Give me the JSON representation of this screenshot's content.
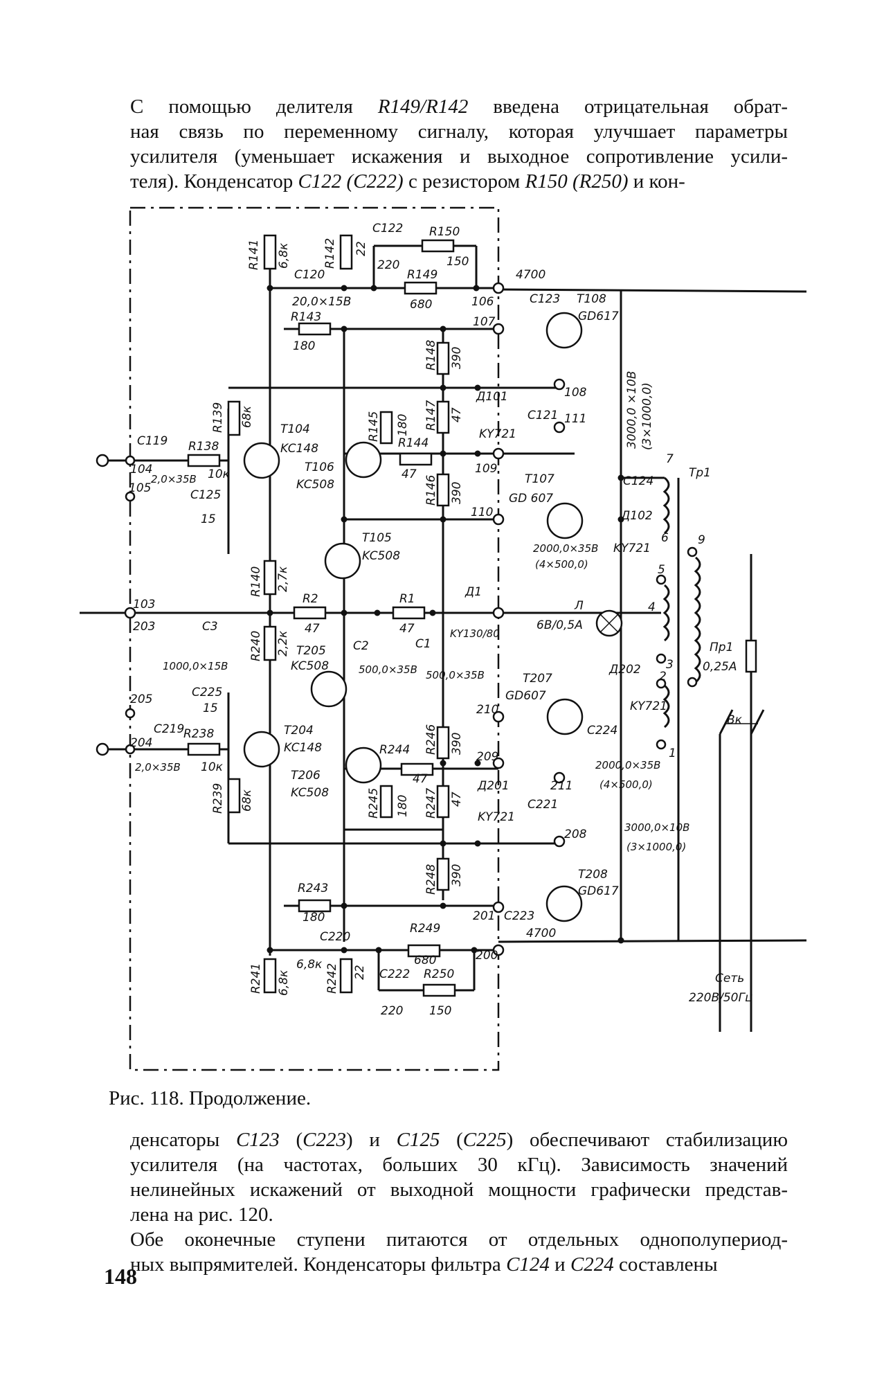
{
  "top_paragraph": {
    "lines": [
      [
        "С помощью делителя ",
        {
          "i": "R149/R142"
        },
        " введена отрицательная обрат-"
      ],
      [
        "ная связь по переменному сигналу, которая  улучшает параметры"
      ],
      [
        "усилителя (уменьшает искажения и выходное сопротивление усили-"
      ],
      [
        "теля). Конденсатор ",
        {
          "i": "C122 (C222)"
        },
        " с резистором ",
        {
          "i": "R150 (R250)"
        },
        " и кон-"
      ]
    ]
  },
  "figure": {
    "caption": "Рис. 118. Продолжение.",
    "labels": {
      "R141": "R141",
      "R141_val": "6,8к",
      "R142": "R142",
      "R142_val": "22",
      "C122": "C122",
      "C122_val": "220",
      "R150": "R150",
      "R150_val": "150",
      "C120": "C120",
      "C120_val": "20,0×15В",
      "R149": "R149",
      "R149_val": "680",
      "R143": "R143",
      "R143_val": "180",
      "n106": "106",
      "n107": "107",
      "n108": "108",
      "n109": "109",
      "n110": "110",
      "n111": "111",
      "C123": "C123",
      "C123_val": "4700",
      "T108": "T108",
      "T108_type": "GD617",
      "R148": "R148",
      "R148_val": "390",
      "D101": "Д101",
      "D101_type": "KY721",
      "C121": "C121",
      "C121_val": "3000,0 ×10В",
      "C121_val2": "(3×1000,0)",
      "R139": "R139",
      "R139_val": "68к",
      "C119": "C119",
      "C119_val": "2,0×35В",
      "R138": "R138",
      "R138_val": "10к",
      "n104": "104",
      "n105": "105",
      "C125": "C125",
      "C125_val": "15",
      "T104": "T104",
      "T104_type": "KC148",
      "T106": "T106",
      "T106_type": "KC508",
      "R145": "R145",
      "R145_val": "180",
      "R144": "R144",
      "R144_val": "47",
      "R147": "R147",
      "R147_val": "47",
      "R146": "R146",
      "R146_val": "390",
      "T107": "T107",
      "T107_type": "GD 607",
      "C124": "C124",
      "C124_val": "2000,0×35В",
      "C124_val2": "(4×500,0)",
      "D102": "Д102",
      "D102_type": "KY721",
      "Tr1": "Тр1",
      "T105": "T105",
      "T105_type": "KC508",
      "R140": "R140",
      "R140_val": "2,7к",
      "n103": "103",
      "n203": "203",
      "C3": "C3",
      "C3_val": "1000,0×15В",
      "R2": "R2",
      "R2_val": "47",
      "R1": "R1",
      "R1_val": "47",
      "D1": "Д1",
      "D1_type": "KY130/80",
      "C2": "C2",
      "C2_val": "500,0×35В",
      "C1": "C1",
      "C1_val": "500,0×35В",
      "lamp": "Л",
      "lamp_val": "6В/0,5А",
      "R240": "R240",
      "R240_val": "2,2к",
      "T205": "T205",
      "T205_type": "KC508",
      "D202": "Д202",
      "D202_type": "KY721",
      "Pr1": "Пр1",
      "Pr1_val": "0,25А",
      "C225": "C225",
      "C225_val": "15",
      "n205": "205",
      "n204": "204",
      "T207": "T207",
      "T207_type": "GD607",
      "n210": "210",
      "n209": "209",
      "n211": "211",
      "n208": "208",
      "n201": "201",
      "n200": "200",
      "C224": "C224",
      "C224_val": "2000,0×35В",
      "C224_val2": "(4×500,0)",
      "Vk": "Вк",
      "C219": "C219",
      "C219_val": "2,0×35В",
      "R238": "R238",
      "R238_val": "10к",
      "T204": "T204",
      "T204_type": "KC148",
      "R244": "R244",
      "R244_val": "47",
      "R246": "R246",
      "R246_val": "390",
      "T206": "T206",
      "T206_type": "KC508",
      "R239": "R239",
      "R239_val": "68к",
      "R245": "R245",
      "R245_val": "180",
      "R247": "R247",
      "R247_val": "47",
      "D201": "Д201",
      "D201_type": "KY721",
      "C221": "C221",
      "C221_val": "3000,0×10В",
      "C221_val2": "(3×1000,0)",
      "R248": "R248",
      "R248_val": "390",
      "T208": "T208",
      "T208_type": "GD617",
      "R243": "R243",
      "R243_val": "180",
      "C223": "C223",
      "C223_val": "4700",
      "C220": "C220",
      "C220_val": "6,8к",
      "R249": "R249",
      "R249_val": "680",
      "R241": "R241",
      "R241_val": "6,8к",
      "R242": "R242",
      "R242_val": "22",
      "C222": "C222",
      "C222_val": "220",
      "R250": "R250",
      "R250_val": "150",
      "mains": "Сеть",
      "mains_val": "220В/50Гц",
      "pin1": "1",
      "pin2": "2",
      "pin3": "3",
      "pin4": "4",
      "pin5": "5",
      "pin6": "6",
      "pin7": "7",
      "pin9": "9"
    }
  },
  "bottom_paragraph": {
    "lines": [
      [
        "денсаторы ",
        {
          "i": "C123"
        },
        " (",
        {
          "i": "C223"
        },
        ") и ",
        {
          "i": "C125"
        },
        " (",
        {
          "i": "C225"
        },
        ") обеспечивают стабилизацию"
      ],
      [
        "усилителя (на частотах, больших 30 кГц).  Зависимость значений"
      ],
      [
        "нелинейных искажений от выходной мощности графически представ-"
      ],
      [
        "лена на рис. 120."
      ],
      [
        "        Обе оконечные ступени питаются от отдельных однополупериод-"
      ],
      [
        "ных выпрямителей. Конденсаторы фильтра ",
        {
          "i": "C124"
        },
        " и ",
        {
          "i": "C224"
        },
        " составлены"
      ]
    ]
  },
  "page_number": "148"
}
